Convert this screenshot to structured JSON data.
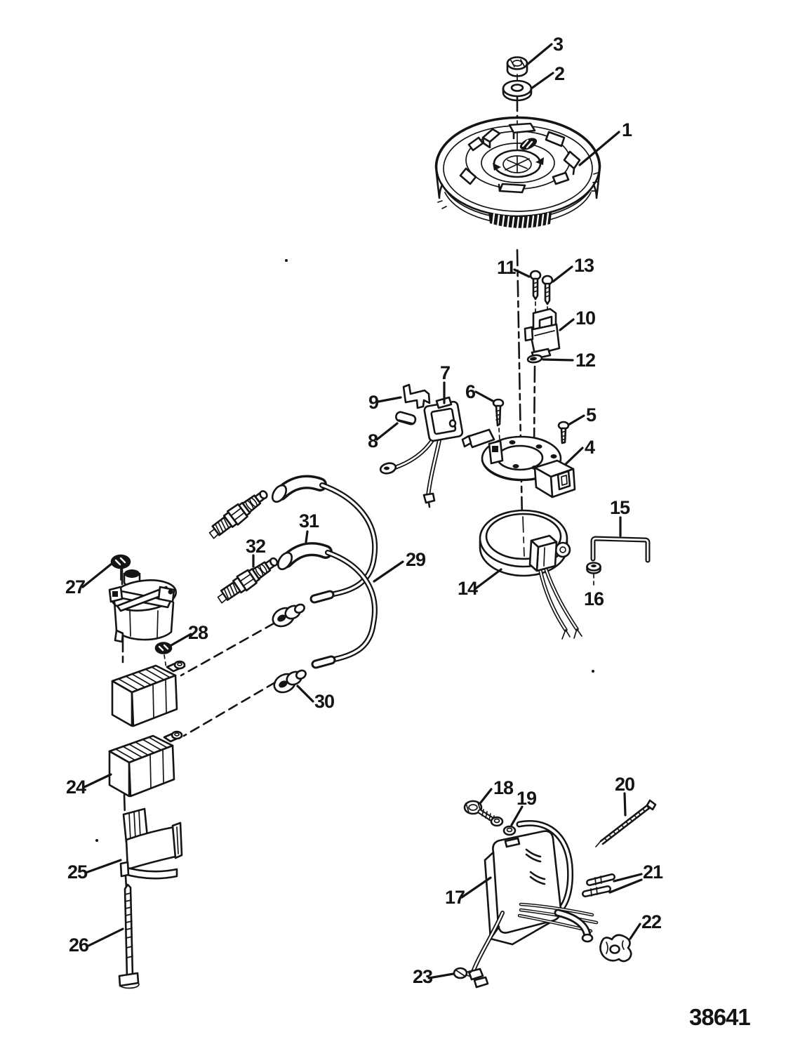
{
  "figure": {
    "drawing_number": "38641",
    "ink_color": "#141414",
    "paper_color": "#ffffff"
  },
  "callouts": [
    "1",
    "2",
    "3",
    "4",
    "5",
    "6",
    "7",
    "8",
    "9",
    "10",
    "11",
    "12",
    "13",
    "14",
    "15",
    "16",
    "17",
    "18",
    "19",
    "20",
    "21",
    "22",
    "23",
    "24",
    "25",
    "26",
    "27",
    "28",
    "29",
    "30",
    "31",
    "32"
  ]
}
